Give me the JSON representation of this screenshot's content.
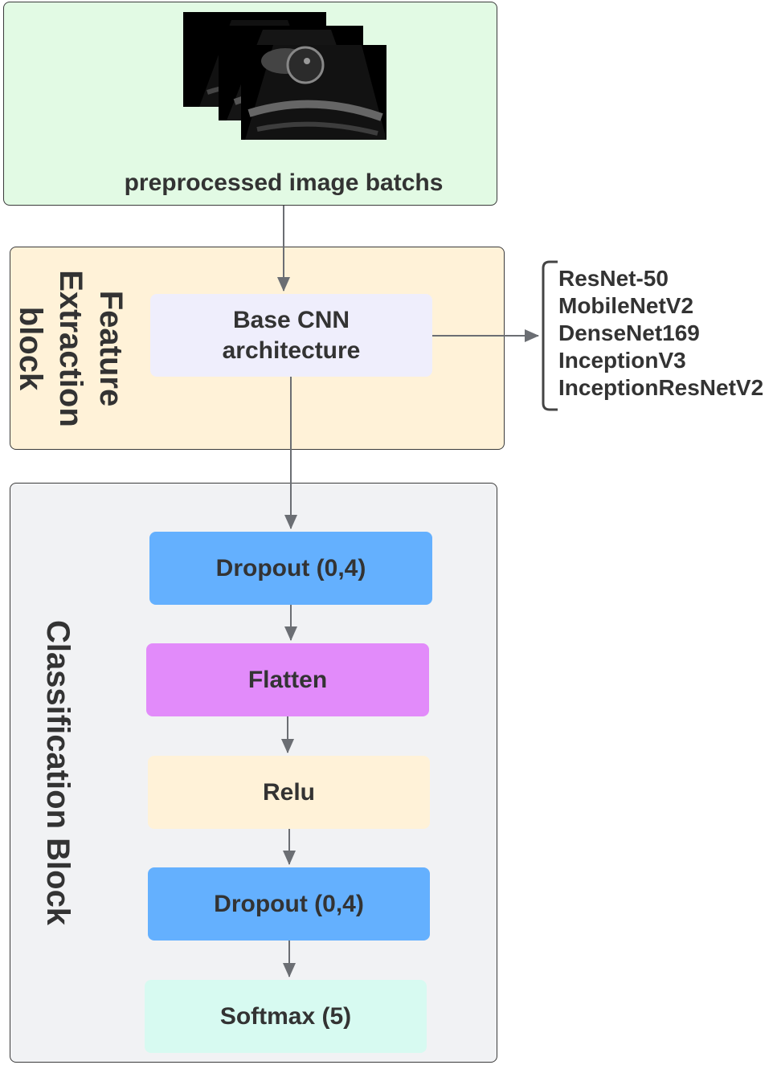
{
  "input_block": {
    "caption": "preprocessed image batchs",
    "image_stack": [
      "ultrasound-scan-1",
      "ultrasound-scan-2",
      "ultrasound-scan-3"
    ]
  },
  "feature_block": {
    "label_line1": "Feature",
    "label_line2": "Extraction",
    "label_line3": "block",
    "base_cnn_line1": "Base CNN",
    "base_cnn_line2": "architecture",
    "models": [
      "ResNet-50",
      "MobileNetV2",
      "DenseNet169",
      "InceptionV3",
      "InceptionResNetV2"
    ]
  },
  "classification_block": {
    "label": "Classification Block",
    "layers": [
      {
        "name": "Dropout (0,4)",
        "color": "#64b0fe"
      },
      {
        "name": "Flatten",
        "color": "#e28bfa"
      },
      {
        "name": "Relu",
        "color": "#fff2d8"
      },
      {
        "name": "Dropout (0,4)",
        "color": "#64b0fe"
      },
      {
        "name": "Softmax (5)",
        "color": "#d7faf1"
      }
    ]
  },
  "colors": {
    "input_panel": "#e2fae4",
    "feature_panel": "#fff2d8",
    "classification_panel": "#f1f2f4",
    "base_cnn_block": "#efeefc",
    "connector": "#6b6e73",
    "text": "#333333"
  }
}
